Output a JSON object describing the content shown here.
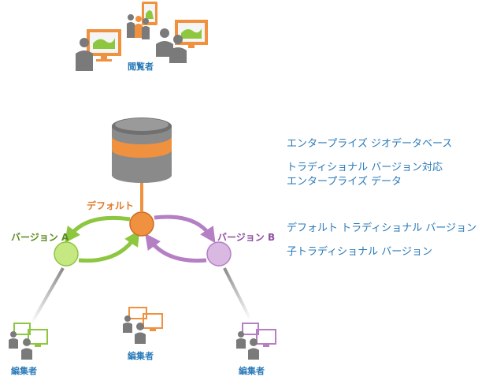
{
  "diagram": {
    "viewers_label": "閲覧者",
    "default_label": "デフォルト",
    "version_a_label": "バージョン A",
    "version_b_label": "バージョン B",
    "editor_left_label": "編集者",
    "editor_center_label": "編集者",
    "editor_right_label": "編集者"
  },
  "legend": {
    "enterprise_gdb": "エンタープライズ ジオデータベース",
    "traditional_line1": "トラディショナル バージョン対応",
    "traditional_line2": "エンタープライズ データ",
    "default_traditional": "デフォルト トラディショナル バージョン",
    "child_traditional": "子トラディショナル バージョン"
  },
  "colors": {
    "orange": "#f0913f",
    "green": "#8dc63f",
    "green_fill": "#c5e882",
    "purple": "#b57fc4",
    "purple_fill": "#d9b8e2",
    "gray": "#7a7a7a",
    "blue_text": "#2a7ab8"
  }
}
